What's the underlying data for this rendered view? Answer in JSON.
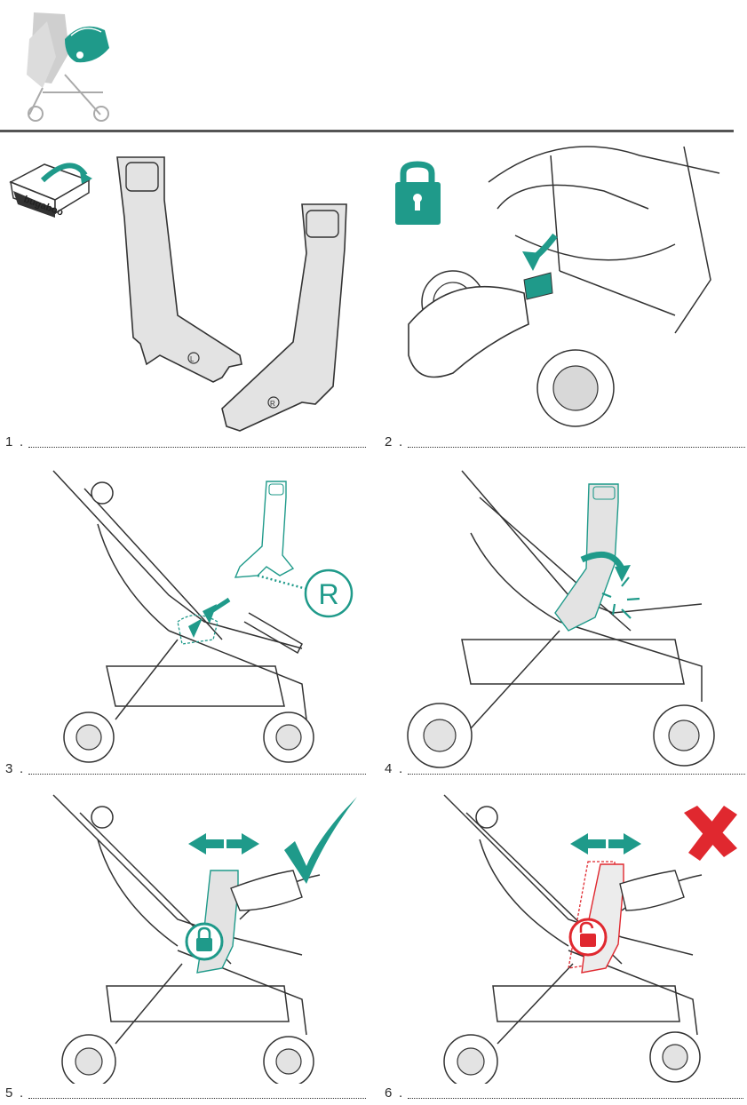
{
  "header": {
    "icon_name": "stroller-with-car-seat-icon"
  },
  "box_brand": "bugaboo",
  "adapter_markings": {
    "left": "L",
    "right": "R"
  },
  "callout_letter": "R",
  "steps": [
    {
      "number": "1",
      "suffix": "."
    },
    {
      "number": "2",
      "suffix": "."
    },
    {
      "number": "3",
      "suffix": "."
    },
    {
      "number": "4",
      "suffix": "."
    },
    {
      "number": "5",
      "suffix": "."
    },
    {
      "number": "6",
      "suffix": "."
    }
  ],
  "colors": {
    "accent_teal": "#1f9a8a",
    "error_red": "#e0282f",
    "line": "#333333",
    "fill_gray": "#e3e3e3"
  },
  "status_icons": {
    "step2": "lock-icon",
    "step5": [
      "lock-icon",
      "checkmark-icon"
    ],
    "step6": [
      "unlock-icon",
      "cross-icon"
    ]
  }
}
